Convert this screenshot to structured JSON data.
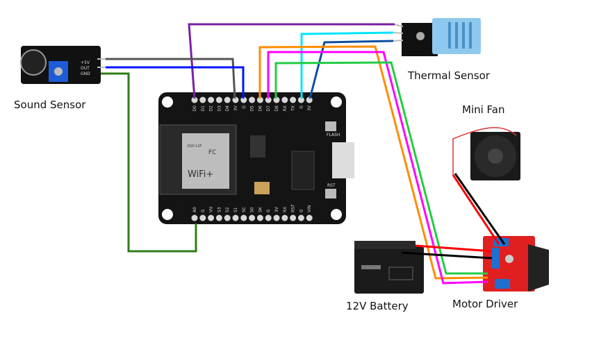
{
  "labels": {
    "sound_sensor": "Sound Sensor",
    "thermal_sensor": "Thermal Sensor",
    "mini_fan": "Mini Fan",
    "battery": "12V Battery",
    "motor_driver": "Motor Driver"
  },
  "board": {
    "top_pins": [
      "D0",
      "D1",
      "D2",
      "D3",
      "D4",
      "3V",
      "G",
      "D5",
      "D6",
      "D7",
      "D8",
      "RX",
      "TX",
      "G",
      "3V"
    ],
    "bottom_pins": [
      "A0",
      "G",
      "VU",
      "S3",
      "S2",
      "S1",
      "SC",
      "S0",
      "SK",
      "G",
      "3V",
      "RX",
      "RST",
      "G",
      "VIN"
    ],
    "flash_label": "FLASH",
    "rst_label": "RST",
    "module_text": "WiFi+",
    "fc_text": "FC",
    "model_text": "ESP-12F"
  },
  "sound_pins": [
    "+5V",
    "OUT",
    "GND"
  ],
  "wire_colors": {
    "purple": "#7b1fa2",
    "gray": "#555555",
    "blue": "#0015ff",
    "dark_green": "#2e7d1a",
    "cyan": "#00e5ff",
    "dark_blue": "#0d4fa0",
    "orange": "#ff8c00",
    "magenta": "#ff00ff",
    "green": "#22cc44",
    "red": "#ff0000",
    "black": "#000000"
  }
}
